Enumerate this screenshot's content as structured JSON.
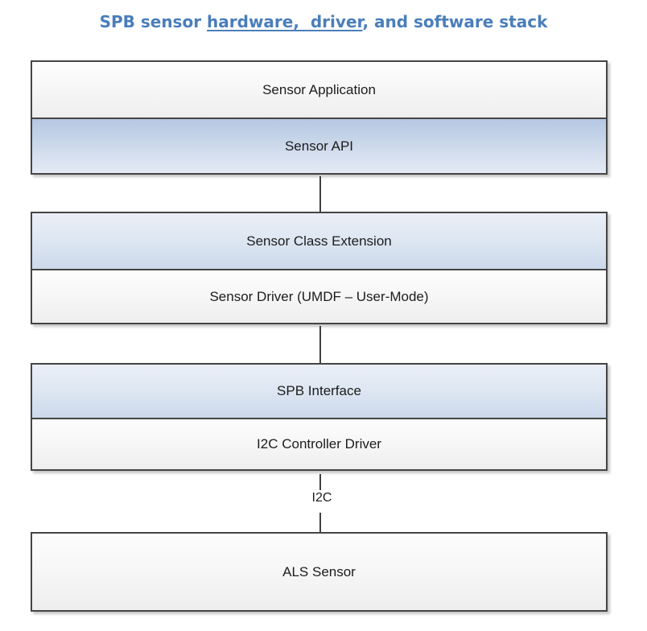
{
  "title": {
    "prefix": "SPB sensor ",
    "underlined": "hardware,  driver",
    "suffix": ", and software stack"
  },
  "stack": {
    "groups": [
      {
        "rows": [
          {
            "label": "Sensor Application"
          },
          {
            "label": "Sensor API"
          }
        ]
      },
      {
        "rows": [
          {
            "label": "Sensor Class Extension"
          },
          {
            "label": "Sensor Driver (UMDF – User-Mode)"
          }
        ]
      },
      {
        "rows": [
          {
            "label": "SPB Interface"
          },
          {
            "label": "I2C Controller Driver"
          }
        ]
      }
    ],
    "bus_label": "I2C",
    "bottom_box_label": "ALS Sensor"
  },
  "colors": {
    "title_blue": "#4a7ebb",
    "box_border": "#454545",
    "connector": "#404040",
    "blue_fill_dark": "#b5c7e2",
    "blue_fill_light": "#eaeff7",
    "plain_fill": "#f7f7f7",
    "shadow": "#c6c6c6",
    "text": "#1c1c1c"
  }
}
